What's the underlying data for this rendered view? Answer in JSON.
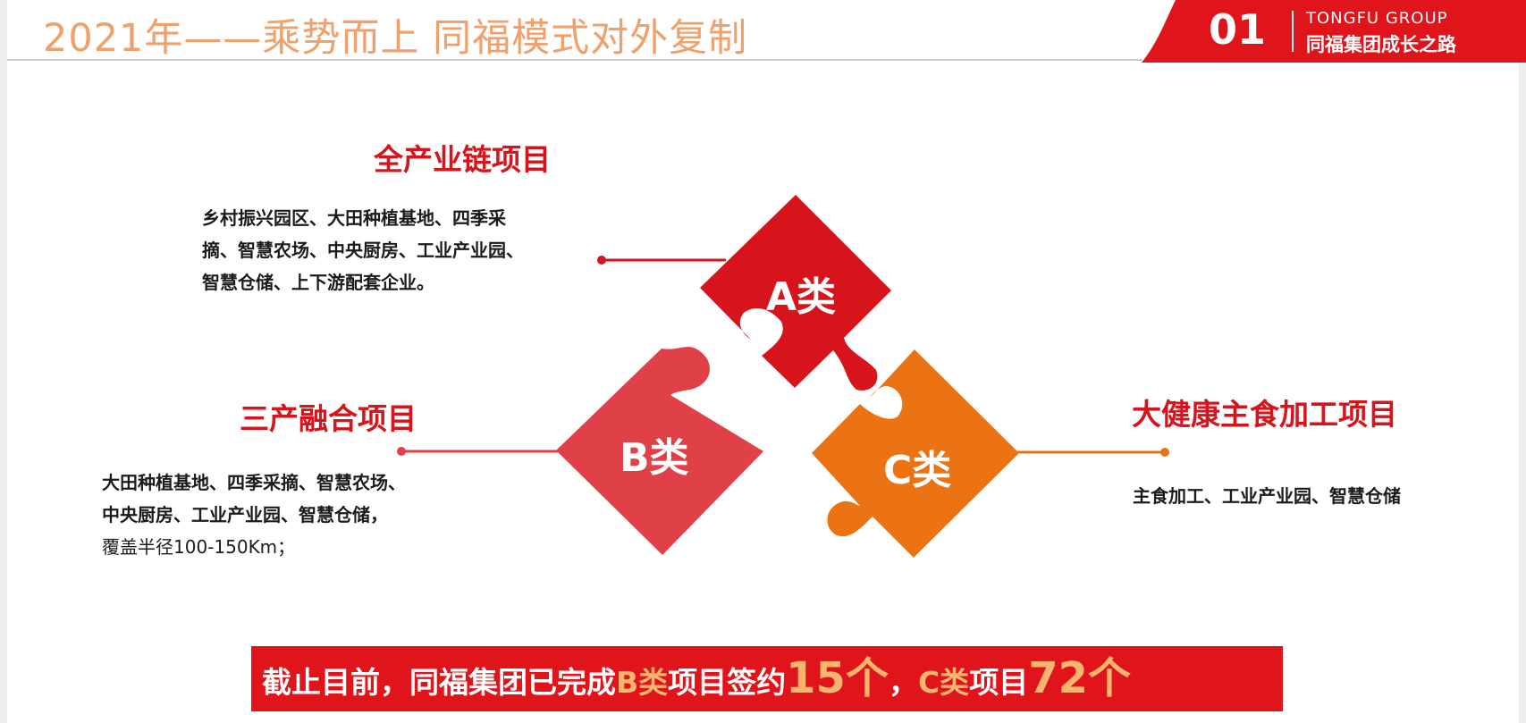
{
  "header": {
    "title": "2021年——乘势而上 同福模式对外复制",
    "section_number": "01",
    "company_en": "TONGFU GROUP",
    "section_name": "同福集团成长之路"
  },
  "categories": {
    "a": {
      "label": "A类",
      "heading": "全产业链项目",
      "desc_lines": [
        "乡村振兴园区、大田种植基地、四季采",
        "摘、智慧农场、中央厨房、工业产业园、",
        "智慧仓储、上下游配套企业。"
      ],
      "color": "#d7141c"
    },
    "b": {
      "label": "B类",
      "heading": "三产融合项目",
      "desc_lines": [
        "大田种植基地、四季采摘、智慧农场、",
        "中央厨房、工业产业园、智慧仓储，",
        "覆盖半径100-150Km；"
      ],
      "color": "#e04048"
    },
    "c": {
      "label": "C类",
      "heading": "大健康主食加工项目",
      "desc_lines": [
        "主食加工、工业产业园、智慧仓储"
      ],
      "color": "#ec7313"
    }
  },
  "banner": {
    "p1": "截止目前，同福集团已完成",
    "b_label": "B类",
    "p2": "项目签约",
    "b_count": "15个",
    "p3": "，",
    "c_label": "C类",
    "p4": "项目",
    "c_count": "72个"
  },
  "colors": {
    "accent": "#e0141b",
    "title": "#f0a06a",
    "highlight": "#f7b56e"
  }
}
